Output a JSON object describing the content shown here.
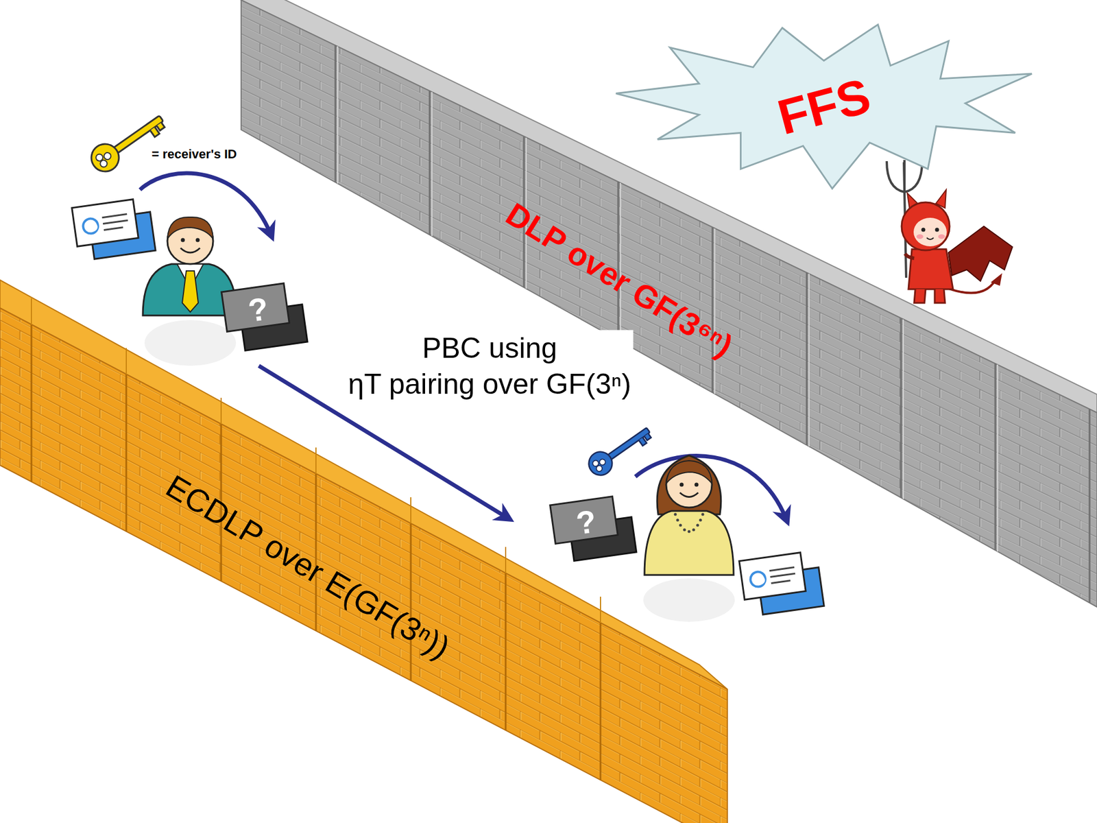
{
  "diagram": {
    "nodes": [
      {
        "text": [
          "FFS"
        ]
      }
    ],
    "labels": [
      "= receiver's ID",
      "?",
      "PBC using ηT pairing over GF(3ⁿ)",
      "?",
      "DLP over GF(3⁶ⁿ)",
      "ECDLP over E(GF(3ⁿ))"
    ]
  }
}
